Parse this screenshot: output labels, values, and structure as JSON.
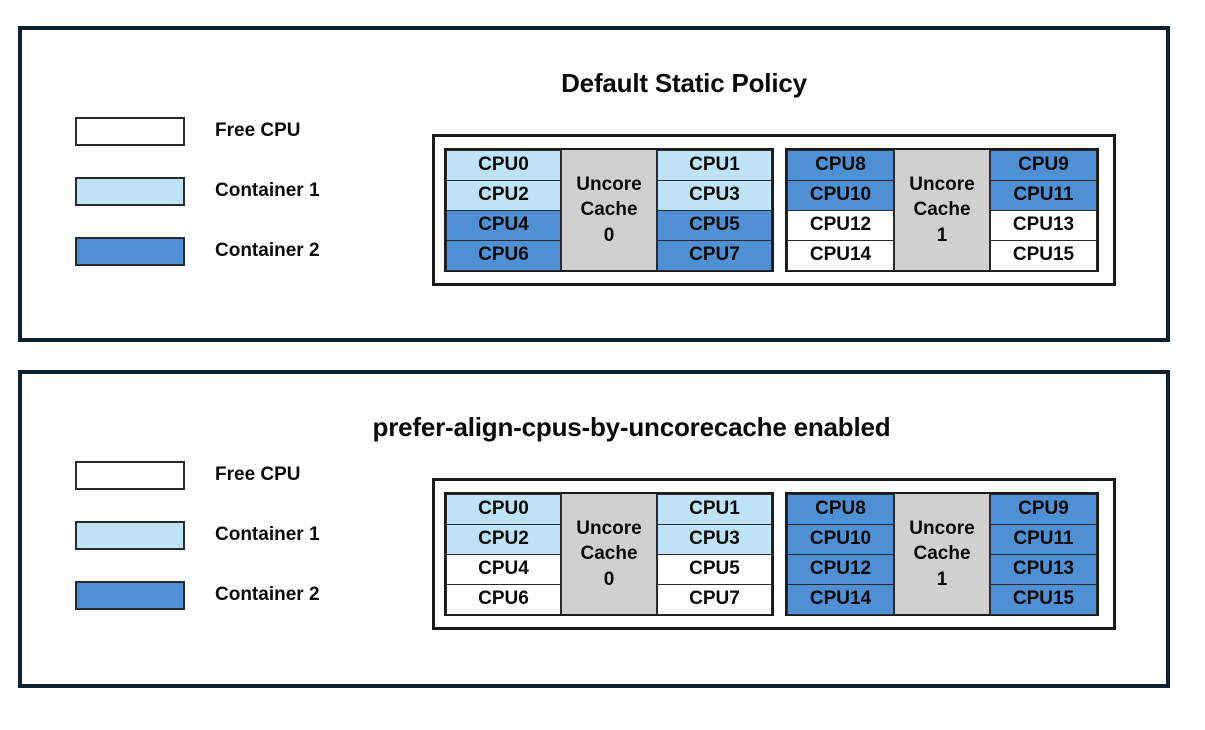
{
  "colors": {
    "panel_border": "#0c2233",
    "free_cpu": "#ffffff",
    "container1": "#bde3f5",
    "container2": "#4f90d4",
    "uncore_cache": "#d0d0d0",
    "cell_border": "#2a2a2a",
    "text": "#0a0a0a"
  },
  "legend": {
    "items": [
      {
        "label": "Free CPU",
        "swatch": "#ffffff"
      },
      {
        "label": "Container 1",
        "swatch": "#bde3f5"
      },
      {
        "label": "Container 2",
        "swatch": "#4f90d4"
      }
    ]
  },
  "panels": [
    {
      "id": "default-static-policy",
      "title": "Default Static Policy",
      "legend": {
        "items": [
          {
            "label": "Free CPU",
            "swatch": "#ffffff"
          },
          {
            "label": "Container 1",
            "swatch": "#bde3f5"
          },
          {
            "label": "Container 2",
            "swatch": "#4f90d4"
          }
        ]
      },
      "cache_groups": [
        {
          "cache_label_line1": "Uncore",
          "cache_label_line2": "Cache",
          "cache_label_line3": "0",
          "left_column": [
            {
              "label": "CPU0",
              "fill": "#bde3f5",
              "state": "container1"
            },
            {
              "label": "CPU2",
              "fill": "#bde3f5",
              "state": "container1"
            },
            {
              "label": "CPU4",
              "fill": "#4f90d4",
              "state": "container2"
            },
            {
              "label": "CPU6",
              "fill": "#4f90d4",
              "state": "container2"
            }
          ],
          "right_column": [
            {
              "label": "CPU1",
              "fill": "#bde3f5",
              "state": "container1"
            },
            {
              "label": "CPU3",
              "fill": "#bde3f5",
              "state": "container1"
            },
            {
              "label": "CPU5",
              "fill": "#4f90d4",
              "state": "container2"
            },
            {
              "label": "CPU7",
              "fill": "#4f90d4",
              "state": "container2"
            }
          ]
        },
        {
          "cache_label_line1": "Uncore",
          "cache_label_line2": "Cache",
          "cache_label_line3": "1",
          "left_column": [
            {
              "label": "CPU8",
              "fill": "#4f90d4",
              "state": "container2"
            },
            {
              "label": "CPU10",
              "fill": "#4f90d4",
              "state": "container2"
            },
            {
              "label": "CPU12",
              "fill": "#ffffff",
              "state": "free"
            },
            {
              "label": "CPU14",
              "fill": "#ffffff",
              "state": "free"
            }
          ],
          "right_column": [
            {
              "label": "CPU9",
              "fill": "#4f90d4",
              "state": "container2"
            },
            {
              "label": "CPU11",
              "fill": "#4f90d4",
              "state": "container2"
            },
            {
              "label": "CPU13",
              "fill": "#ffffff",
              "state": "free"
            },
            {
              "label": "CPU15",
              "fill": "#ffffff",
              "state": "free"
            }
          ]
        }
      ]
    },
    {
      "id": "prefer-align-cpus-by-uncorecache",
      "title": "prefer-align-cpus-by-uncorecache enabled",
      "legend": {
        "items": [
          {
            "label": "Free CPU",
            "swatch": "#ffffff"
          },
          {
            "label": "Container 1",
            "swatch": "#bde3f5"
          },
          {
            "label": "Container 2",
            "swatch": "#4f90d4"
          }
        ]
      },
      "cache_groups": [
        {
          "cache_label_line1": "Uncore",
          "cache_label_line2": "Cache",
          "cache_label_line3": "0",
          "left_column": [
            {
              "label": "CPU0",
              "fill": "#bde3f5",
              "state": "container1"
            },
            {
              "label": "CPU2",
              "fill": "#bde3f5",
              "state": "container1"
            },
            {
              "label": "CPU4",
              "fill": "#ffffff",
              "state": "free"
            },
            {
              "label": "CPU6",
              "fill": "#ffffff",
              "state": "free"
            }
          ],
          "right_column": [
            {
              "label": "CPU1",
              "fill": "#bde3f5",
              "state": "container1"
            },
            {
              "label": "CPU3",
              "fill": "#bde3f5",
              "state": "container1"
            },
            {
              "label": "CPU5",
              "fill": "#ffffff",
              "state": "free"
            },
            {
              "label": "CPU7",
              "fill": "#ffffff",
              "state": "free"
            }
          ]
        },
        {
          "cache_label_line1": "Uncore",
          "cache_label_line2": "Cache",
          "cache_label_line3": "1",
          "left_column": [
            {
              "label": "CPU8",
              "fill": "#4f90d4",
              "state": "container2"
            },
            {
              "label": "CPU10",
              "fill": "#4f90d4",
              "state": "container2"
            },
            {
              "label": "CPU12",
              "fill": "#4f90d4",
              "state": "container2"
            },
            {
              "label": "CPU14",
              "fill": "#4f90d4",
              "state": "container2"
            }
          ],
          "right_column": [
            {
              "label": "CPU9",
              "fill": "#4f90d4",
              "state": "container2"
            },
            {
              "label": "CPU11",
              "fill": "#4f90d4",
              "state": "container2"
            },
            {
              "label": "CPU13",
              "fill": "#4f90d4",
              "state": "container2"
            },
            {
              "label": "CPU15",
              "fill": "#4f90d4",
              "state": "container2"
            }
          ]
        }
      ]
    }
  ]
}
